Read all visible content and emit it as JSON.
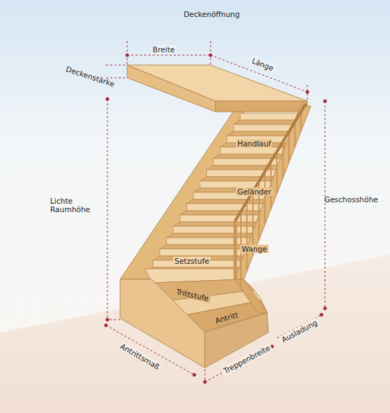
{
  "diagram": {
    "labels": [
      "Deckenöffnung",
      "Breite",
      "Länge",
      "Deckenstärke",
      "Lichte Raumhöhe",
      "Geschosshöhe",
      "Handlauf",
      "Geländer",
      "Wange",
      "Setzstufe",
      "Trittstufe",
      "Antritt",
      "Antrittsmaß",
      "Treppenbreite",
      "Ausladung"
    ]
  }
}
